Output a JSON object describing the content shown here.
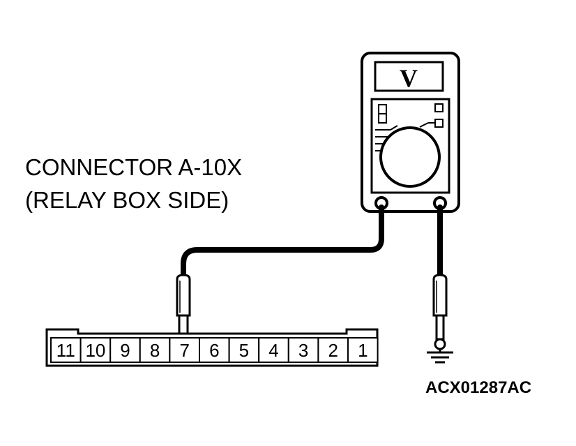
{
  "connector": {
    "title_line1": "CONNECTOR A-10X",
    "title_line2": "(RELAY BOX SIDE)",
    "pins": [
      "11",
      "10",
      "9",
      "8",
      "7",
      "6",
      "5",
      "4",
      "3",
      "2",
      "1"
    ],
    "probed_pin": "7"
  },
  "meter": {
    "display": "V"
  },
  "figure_code": "ACX01287AC"
}
